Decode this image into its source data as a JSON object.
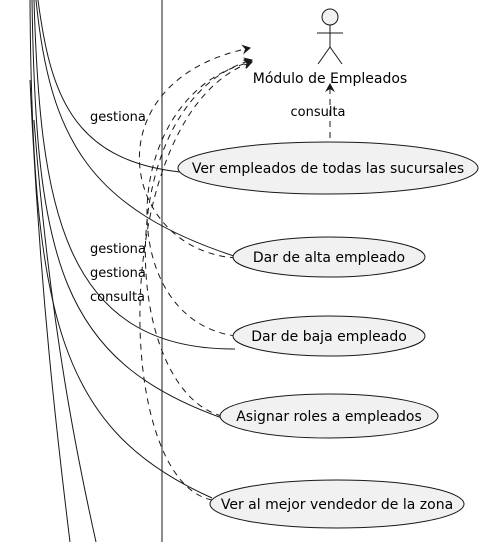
{
  "actor": {
    "name": "Módulo de Empleados"
  },
  "use_cases": [
    {
      "label": "Ver empleados de todas las sucursales"
    },
    {
      "label": "Dar de alta empleado"
    },
    {
      "label": "Dar de baja empleado"
    },
    {
      "label": "Asignar roles a empleados"
    },
    {
      "label": "Ver al mejor vendedor de la zona"
    }
  ],
  "edge_labels": {
    "consulta_top": "consulta",
    "gestiona_1": "gestiona",
    "gestiona_2": "gestiona",
    "gestiona_3": "gestiona",
    "consulta_left": "consulta"
  },
  "colors": {
    "usecase_fill": "#f1f1f1",
    "stroke": "#181818"
  }
}
